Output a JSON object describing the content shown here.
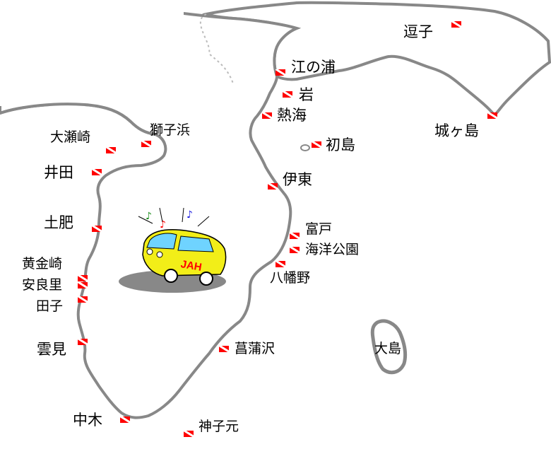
{
  "map": {
    "colors": {
      "land_fill": "#ffffff",
      "coast": "#888888",
      "flag": "#ff0000",
      "bus_body": "#f2ee18",
      "bus_shadow": "#888888",
      "bus_logo": "#ff0000"
    },
    "bus": {
      "logo_text": "JAH"
    },
    "sites": {
      "zushi": "逗子",
      "enoura": "江の浦",
      "iwa": "岩",
      "atami": "熱海",
      "jogashima": "城ヶ島",
      "hatsushima": "初島",
      "ito": "伊東",
      "futo": "富戸",
      "kaiyokoen": "海洋公園",
      "yawatano": "八幡野",
      "osezaki": "大瀬崎",
      "shishihama": "獅子浜",
      "ida": "井田",
      "toi": "土肥",
      "koganezaki": "黄金崎",
      "arari": "安良里",
      "tago": "田子",
      "kumomi": "雲見",
      "kobamazawa": "菖蒲沢",
      "oshima": "大島",
      "nakagi": "中木",
      "mikomoto": "神子元"
    }
  }
}
